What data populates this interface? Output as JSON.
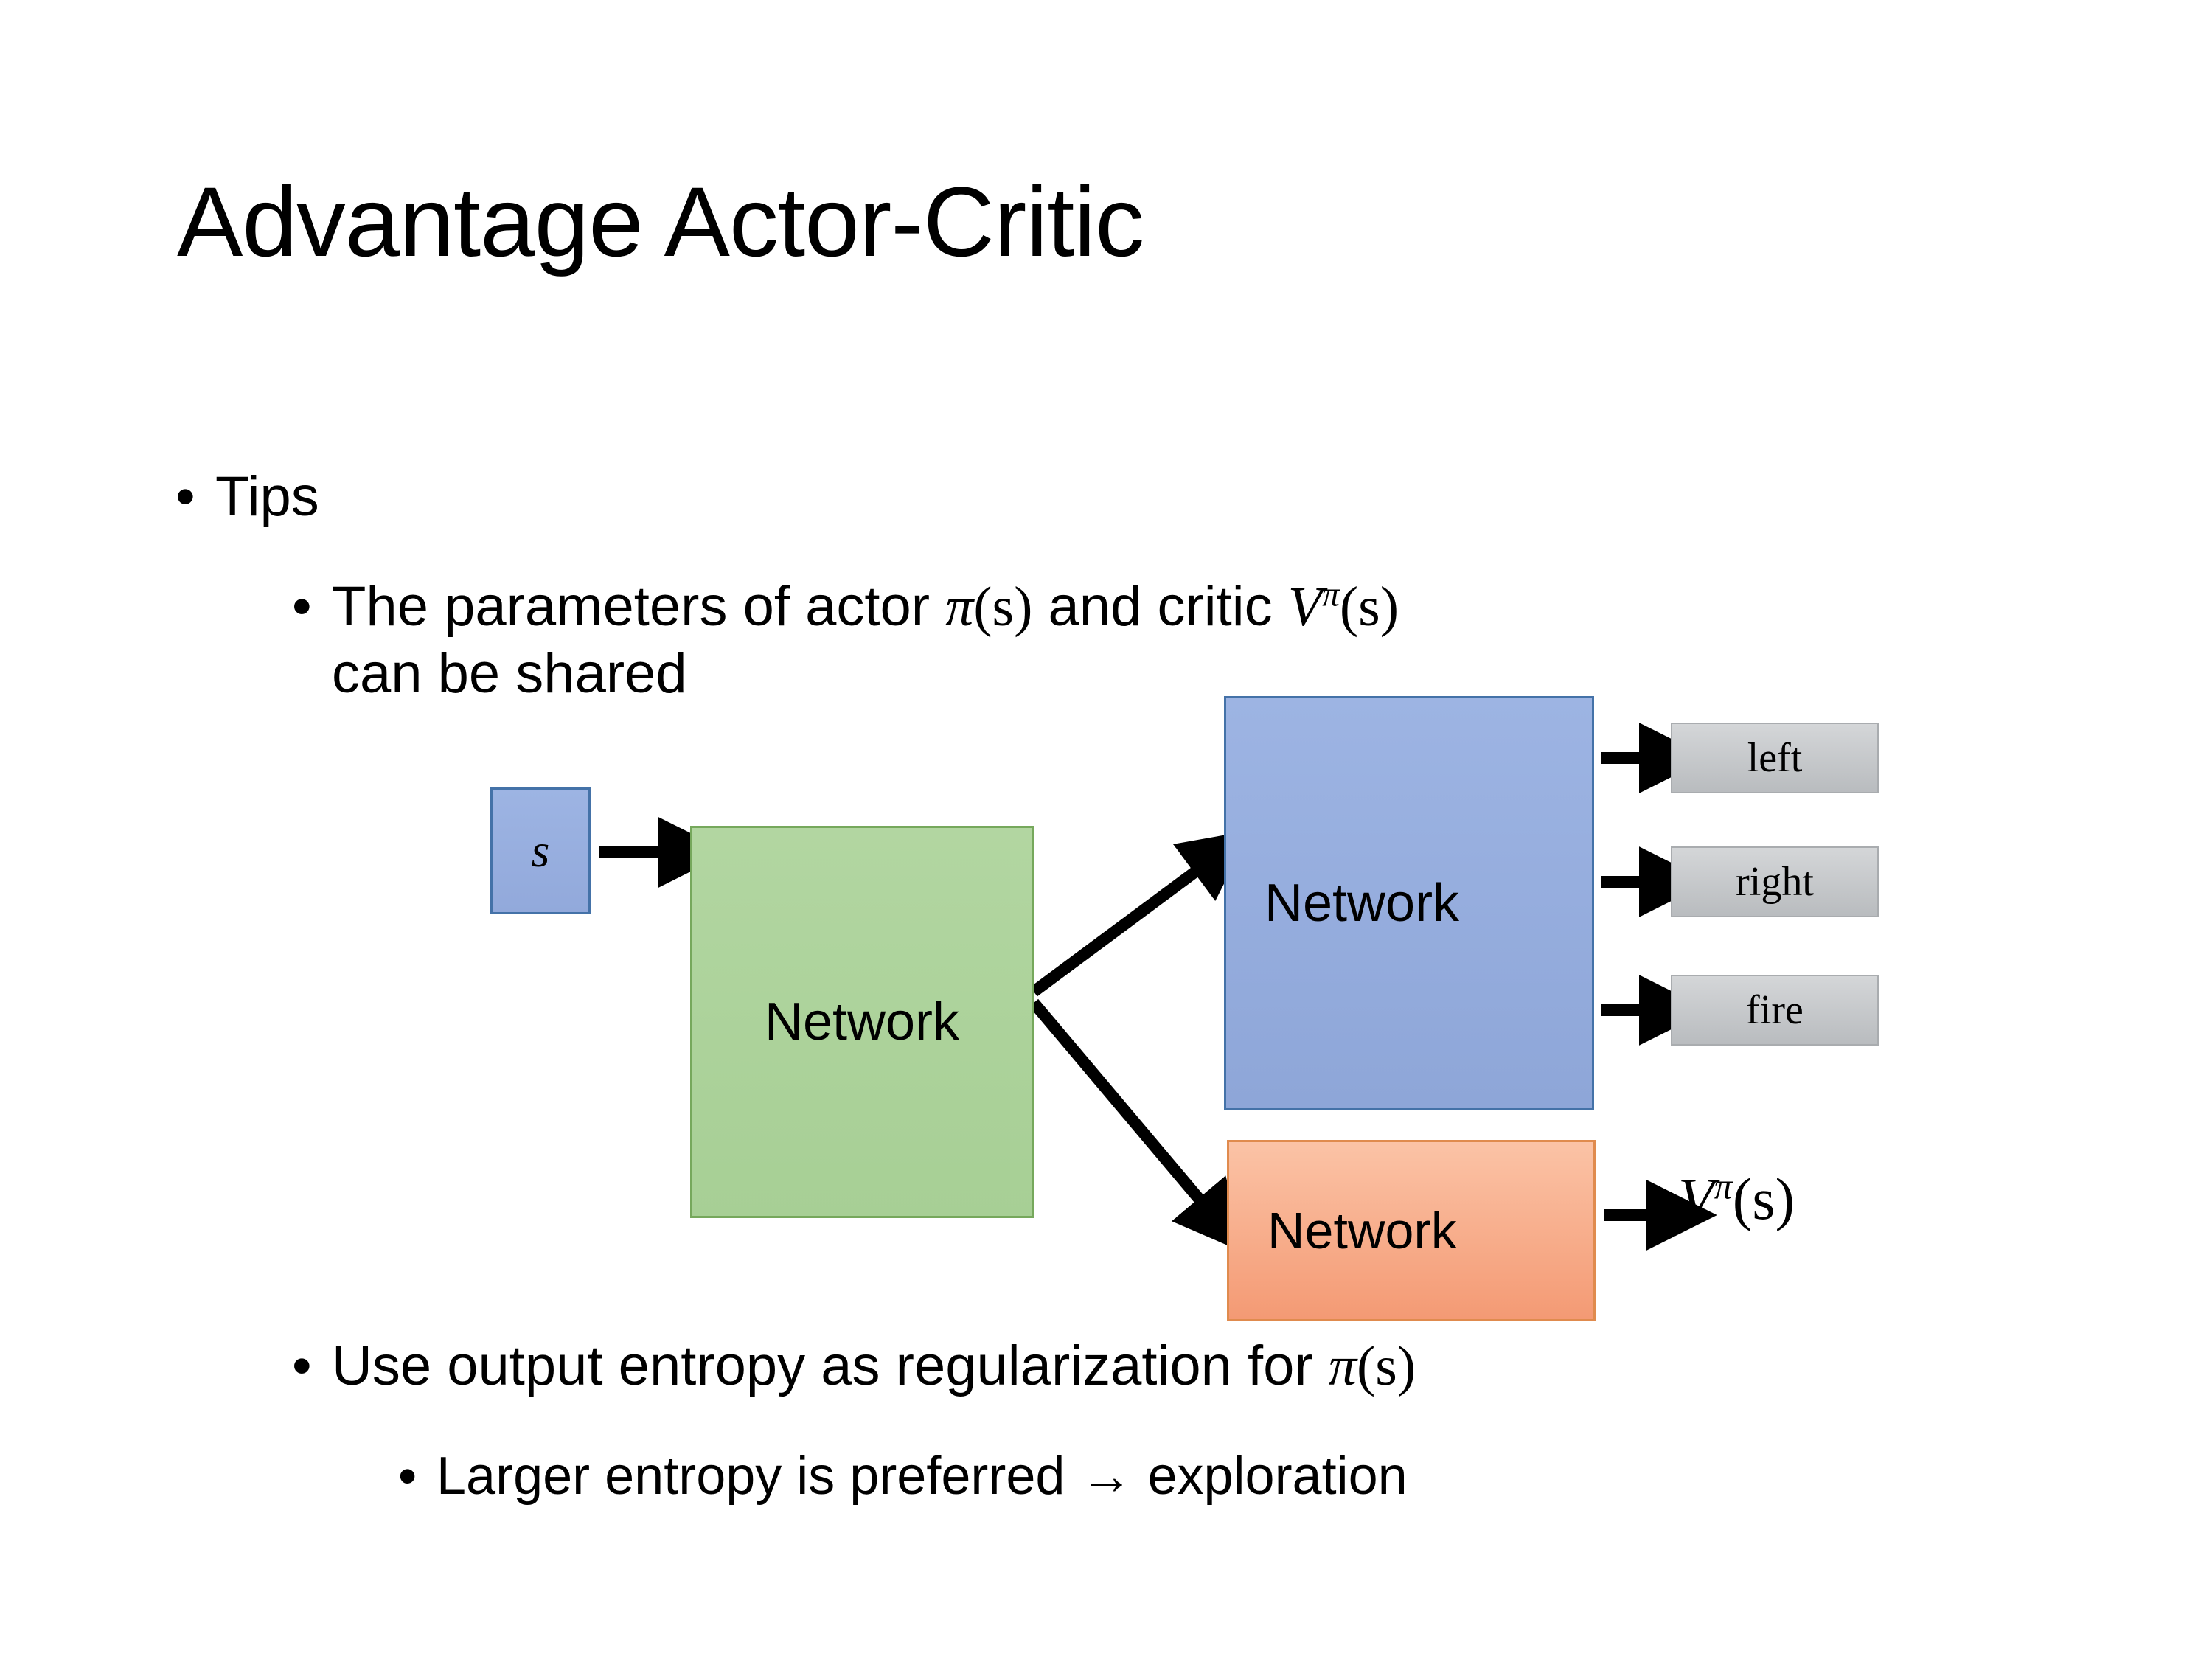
{
  "slide": {
    "title": "Advantage Actor-Critic",
    "background_color": "#ffffff",
    "text_color": "#000000"
  },
  "bullets": {
    "level1": {
      "marker": "•",
      "text": "Tips"
    },
    "params": {
      "marker": "•",
      "part1": "The parameters of actor ",
      "math_pi": "π",
      "math_pi_arg": "(s)",
      "part2": "  and critic ",
      "math_v": "V",
      "math_v_sup": "π",
      "math_v_arg": "(s)",
      "line2": "can be shared"
    },
    "entropy": {
      "marker": "•",
      "part1": "Use output entropy as regularization for ",
      "math_pi": "π",
      "math_pi_arg": "(s)"
    },
    "larger": {
      "marker": "•",
      "text": "Larger entropy is preferred → exploration"
    }
  },
  "diagram": {
    "input_box": {
      "label": "s",
      "fill": "#95aee0",
      "border": "#4472a8"
    },
    "shared_network": {
      "label": "Network",
      "fill": "#abd19b",
      "border": "#76a85c"
    },
    "actor_network": {
      "label": "Network",
      "fill": "#95aad9",
      "border": "#4472a8"
    },
    "critic_network": {
      "label": "Network",
      "fill": "#f6a27f",
      "border": "#e08b4e"
    },
    "actions": [
      {
        "label": "left",
        "fill": "#c6c9cb"
      },
      {
        "label": "right",
        "fill": "#c6c9cb"
      },
      {
        "label": "fire",
        "fill": "#c6c9cb"
      }
    ],
    "value_output": {
      "symbol": "V",
      "superscript": "π",
      "argument": "(s)"
    },
    "arrow_color": "#000000"
  }
}
